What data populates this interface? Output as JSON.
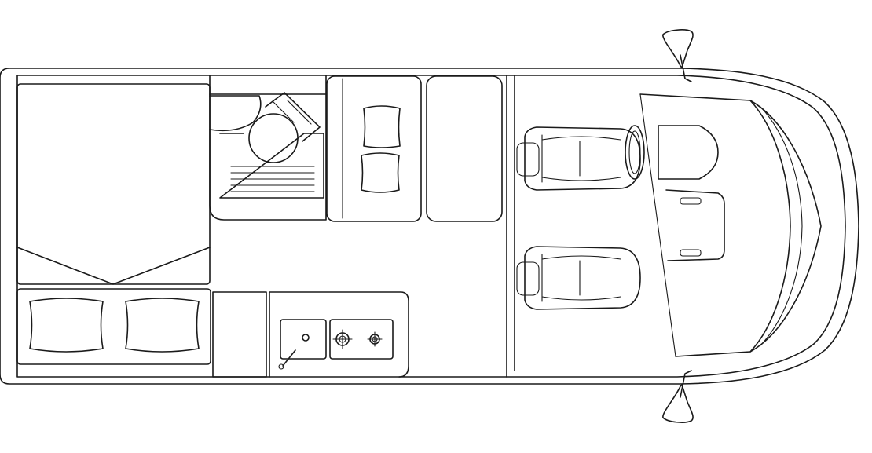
{
  "diagram": {
    "type": "floor-plan",
    "subject": "motorhome-layout-top-view",
    "colors": {
      "line": "#1a1a1a",
      "background": "#ffffff"
    },
    "zones": [
      "rear-bed",
      "washroom",
      "dinette",
      "galley",
      "cab"
    ],
    "icons": [
      "pillow-icon",
      "toilet-icon",
      "sink-icon",
      "burner-icon",
      "seat-icon",
      "steering-wheel-icon",
      "mirror-icon"
    ]
  }
}
